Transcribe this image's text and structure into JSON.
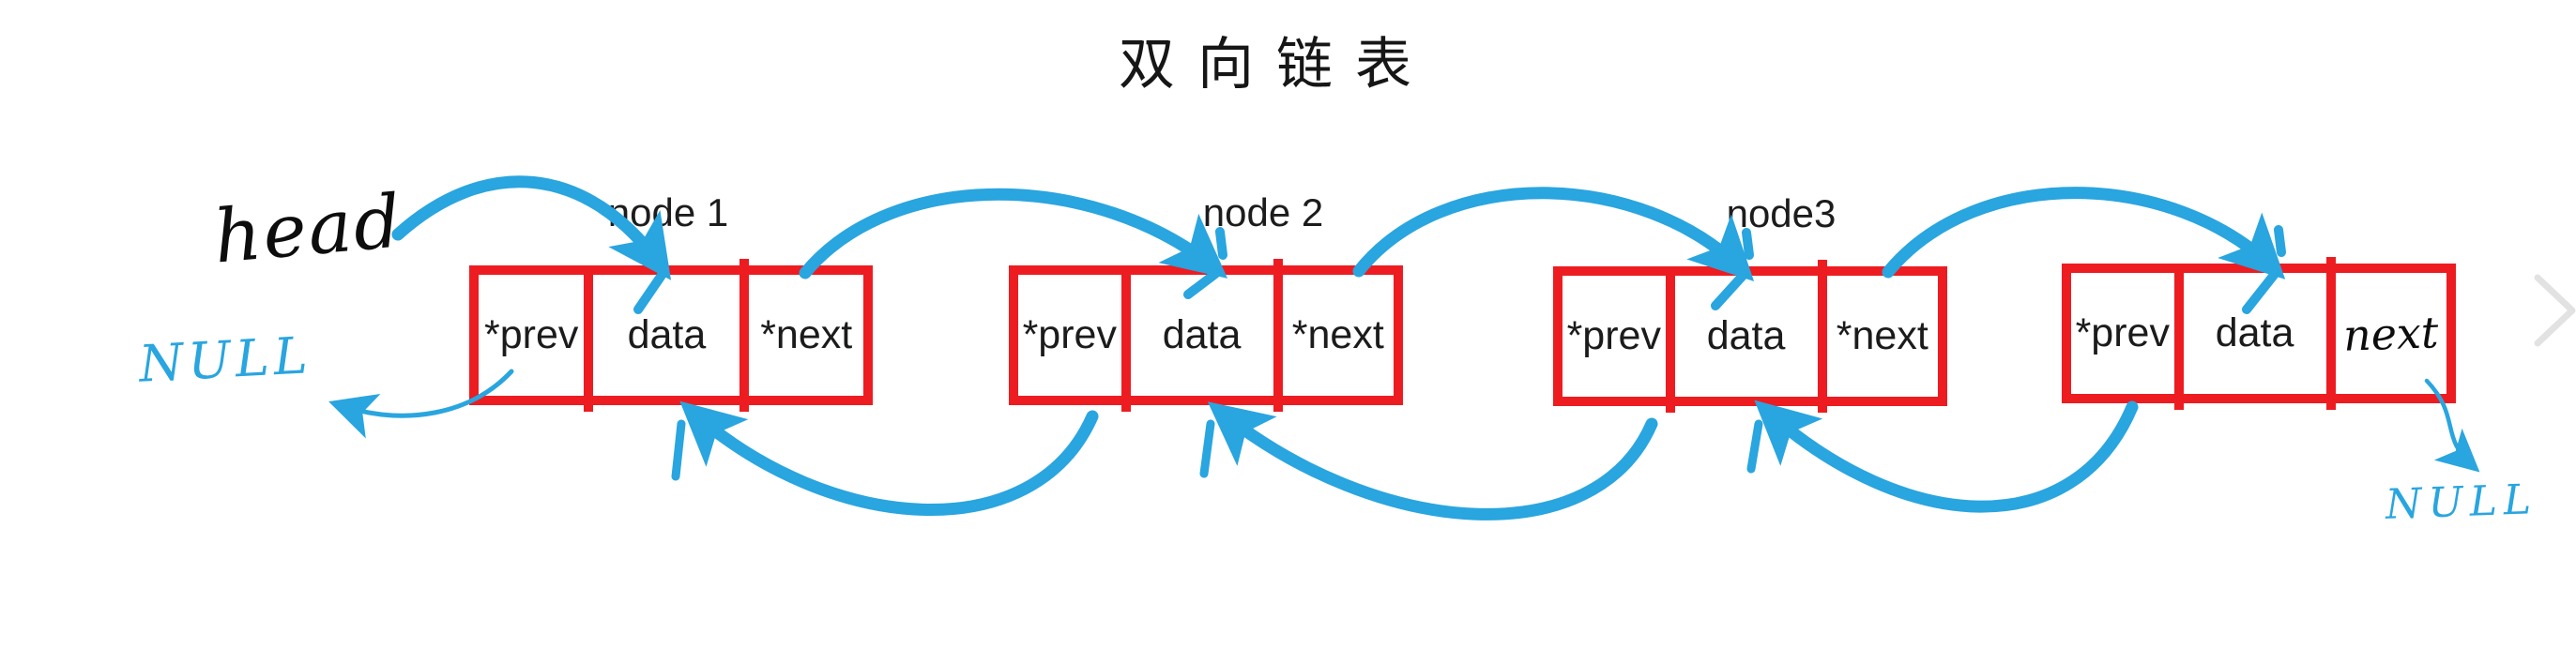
{
  "title": "双向链表",
  "diagram": {
    "head_label": "head",
    "null_left": "NULL",
    "null_right": "NULL",
    "nodes": [
      {
        "label": "node 1",
        "cells": [
          "*prev",
          "data",
          "*next"
        ]
      },
      {
        "label": "node 2",
        "cells": [
          "*prev",
          "data",
          "*next"
        ]
      },
      {
        "label": "node3",
        "cells": [
          "*prev",
          "data",
          "*next"
        ]
      },
      {
        "label": "",
        "cells": [
          "*prev",
          "data",
          "next"
        ]
      }
    ]
  },
  "colors": {
    "box_red": "#ed1c21",
    "marker_blue": "#29a5df",
    "ink_black": "#161616",
    "chevron_gray": "#e2e2e2"
  }
}
